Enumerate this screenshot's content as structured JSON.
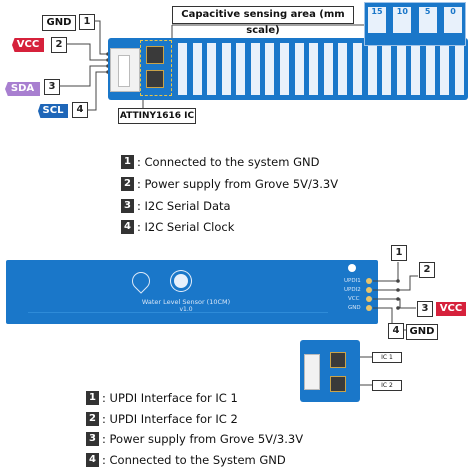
{
  "top_pins": [
    {
      "num": "1",
      "tag": "GND",
      "tag_color": "#ffffff",
      "text_color": "#111111",
      "border": "#333333"
    },
    {
      "num": "2",
      "tag": "VCC",
      "tag_color": "#d6213b",
      "text_color": "#ffffff",
      "border": "#d6213b"
    },
    {
      "num": "3",
      "tag": "SDA",
      "tag_color": "#a87fd0",
      "text_color": "#ffffff",
      "border": "#a87fd0"
    },
    {
      "num": "4",
      "tag": "SCL",
      "tag_color": "#1e66b8",
      "text_color": "#ffffff",
      "border": "#1e66b8"
    }
  ],
  "sensing_area_label": "Capacitive sensing area (mm scale)",
  "ic_label": "ATTINY1616 IC",
  "zoom_ruler": [
    "15",
    "10",
    "5",
    "0"
  ],
  "top_legend": [
    {
      "num": "1",
      "text": ": Connected to the system GND"
    },
    {
      "num": "2",
      "text": ": Power supply from Grove 5V/3.3V"
    },
    {
      "num": "3",
      "text": ": I2C Serial Data"
    },
    {
      "num": "4",
      "text": ": I2C Serial Clock"
    }
  ],
  "back_pcb": {
    "silkscreen_title": "Water Level Sensor (10CM)",
    "silkscreen_version": "v1.0",
    "pad_labels": [
      "UPDI1",
      "UPDI2",
      "VCC",
      "GND"
    ]
  },
  "right_pins": [
    {
      "num": "1",
      "tag": ""
    },
    {
      "num": "2",
      "tag": ""
    },
    {
      "num": "3",
      "tag": "VCC",
      "tag_color": "#d6213b"
    },
    {
      "num": "4",
      "tag": "GND",
      "tag_color": "#ffffff"
    }
  ],
  "small_board_callouts": [
    "IC 1",
    "IC 2"
  ],
  "bottom_legend": [
    {
      "num": "1",
      "text": ": UPDI Interface for IC 1"
    },
    {
      "num": "2",
      "text": ": UPDI Interface for IC 2"
    },
    {
      "num": "3",
      "text": ": Power supply from Grove 5V/3.3V"
    },
    {
      "num": "4",
      "text": ": Connected to the System GND"
    }
  ],
  "colors": {
    "pcb_blue": "#1a77c9",
    "pcb_dark": "#1463ad",
    "electrode": "#e8f1fb",
    "text": "#111111"
  }
}
